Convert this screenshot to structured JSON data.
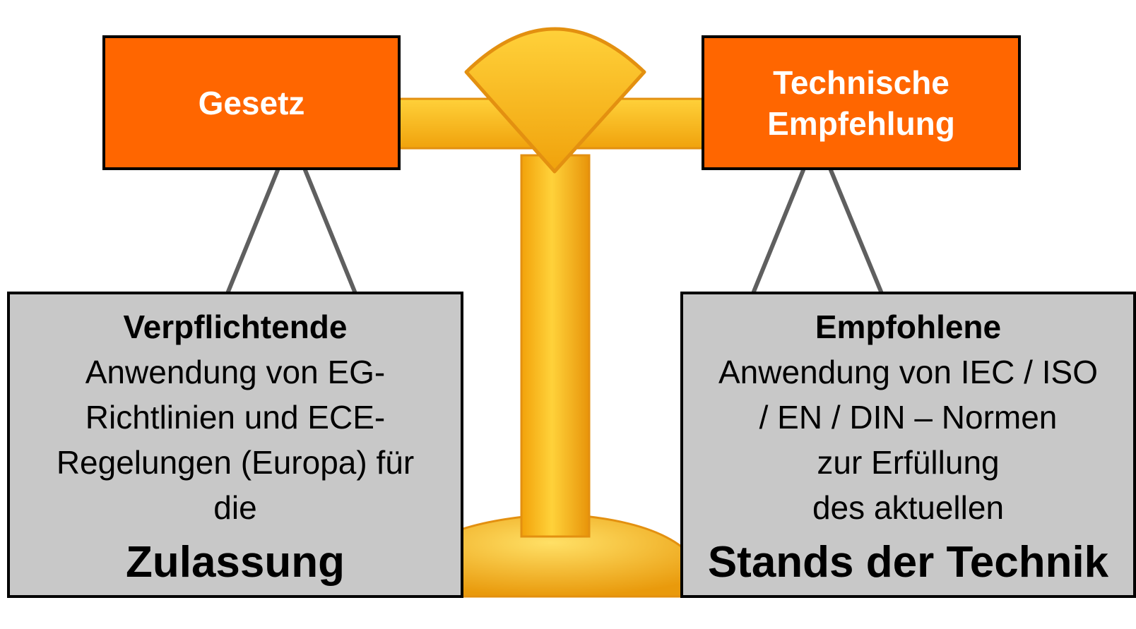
{
  "left": {
    "label": "Gesetz",
    "heading": "Verpflichtende",
    "lines": [
      "Anwendung von EG-",
      "Richtlinien und ECE-",
      "Regelungen (Europa) für",
      "die"
    ],
    "emphasis": "Zulassung"
  },
  "right": {
    "label_lines": [
      "Technische",
      "Empfehlung"
    ],
    "heading": "Empfohlene",
    "lines": [
      "Anwendung von IEC / ISO",
      "/ EN / DIN – Normen",
      "zur Erfüllung",
      "des aktuellen"
    ],
    "emphasis": "Stands der Technik"
  },
  "colors": {
    "label_fill": "#ff6600",
    "desc_fill": "#c8c8c8",
    "scale_gold": "#f7b51a"
  }
}
